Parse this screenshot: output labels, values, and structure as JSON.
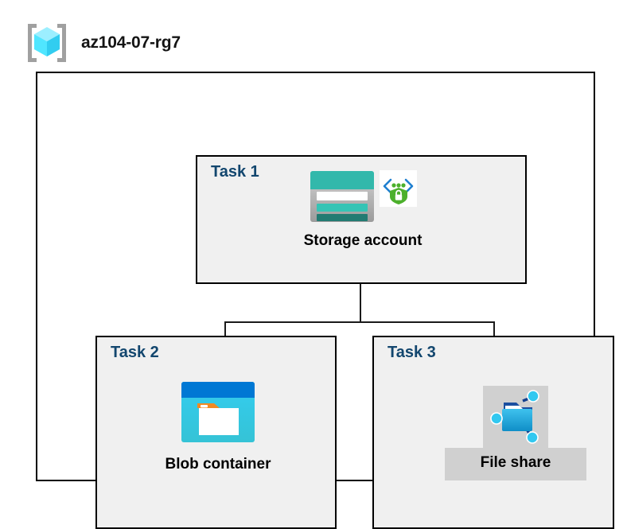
{
  "diagram": {
    "type": "azure-architecture",
    "resource_group": {
      "name": "az104-07-rg7",
      "icon": "azure-resource-group-icon"
    },
    "tasks": [
      {
        "id": "task-1",
        "label": "Task 1",
        "node_caption": "Storage account",
        "icons": [
          "storage-account-icon",
          "secure-data-shield-icon"
        ],
        "highlighted": false
      },
      {
        "id": "task-2",
        "label": "Task 2",
        "node_caption": "Blob container",
        "icons": [
          "blob-container-icon"
        ],
        "highlighted": false
      },
      {
        "id": "task-3",
        "label": "Task 3",
        "node_caption": "File share",
        "icons": [
          "file-share-icon"
        ],
        "highlighted": true
      }
    ],
    "connections": [
      {
        "from": "Storage account",
        "to": "Blob container"
      },
      {
        "from": "Storage account",
        "to": "File share"
      }
    ]
  },
  "colors": {
    "task_label": "#12466e",
    "task_fill": "#f0f0f0",
    "border": "#000000",
    "highlight_plate": "#d0d0d0",
    "storage_teal": "#32b8ab",
    "storage_teal_dark": "#217b72",
    "blob_blue": "#0078d4",
    "blob_cyan": "#32c8e8",
    "blob_orange": "#f28a21",
    "fileshare_blue": "#32b6e2",
    "shield_green": "#4cb02c",
    "cube_cyan": "#50e6ff"
  }
}
